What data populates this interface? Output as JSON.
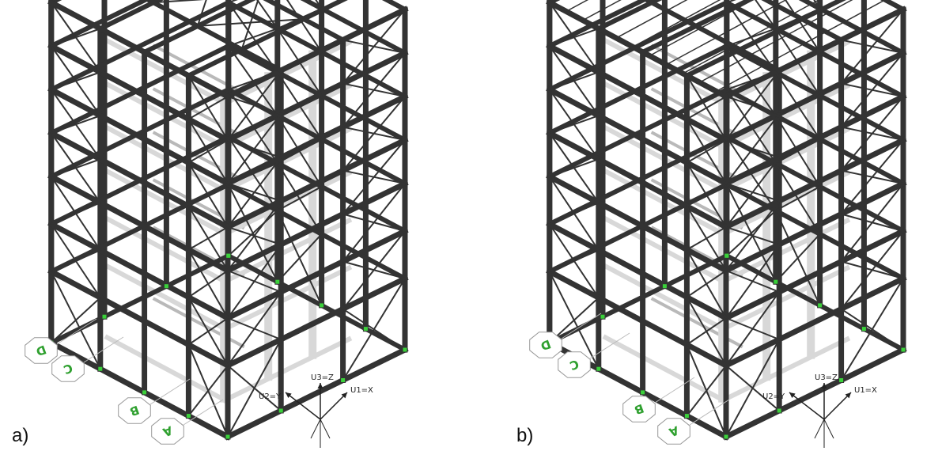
{
  "panels": [
    {
      "caption": "a)",
      "grid_labels": [
        "D",
        "C",
        "B",
        "A"
      ],
      "axes": {
        "u1": "U1=X",
        "u2": "U2=Y",
        "u3": "U3=Z"
      },
      "support_color": "#3ad13a",
      "frame_color": "#333333"
    },
    {
      "caption": "b)",
      "grid_labels": [
        "D",
        "C",
        "B",
        "A"
      ],
      "axes": {
        "u1": "U1=X",
        "u2": "U2=Y",
        "u3": "U3=Z"
      },
      "support_color": "#3ad13a",
      "frame_color": "#333333"
    }
  ]
}
